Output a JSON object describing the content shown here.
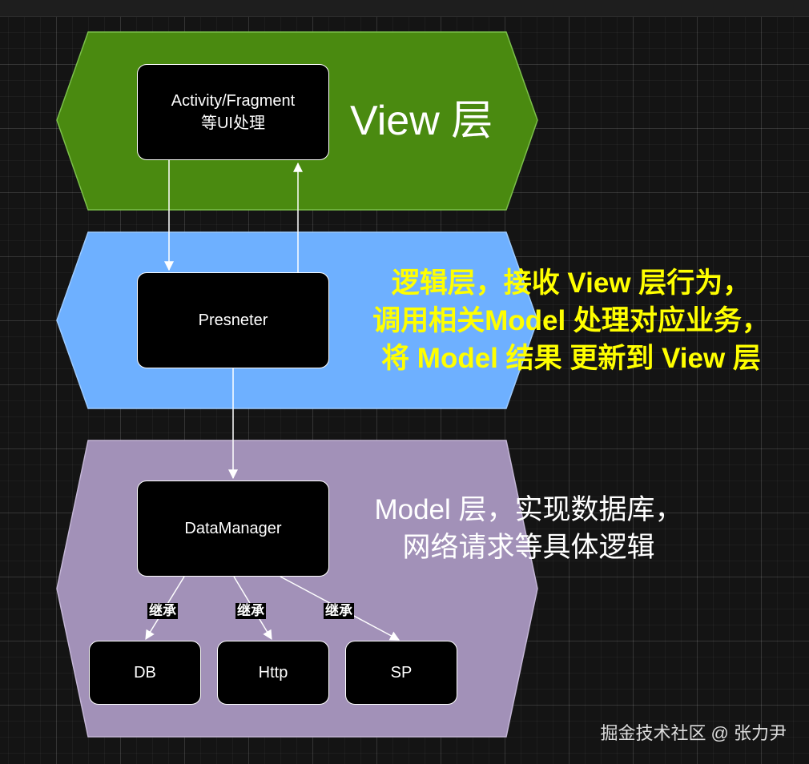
{
  "colors": {
    "view_layer": "#4a8a10",
    "presenter_layer": "#6eb0ff",
    "model_layer": "#a291b8",
    "node_fill": "#000000",
    "highlight_text": "#ffff00",
    "white_text": "#ffffff"
  },
  "view_layer": {
    "title": "View 层",
    "node": {
      "line1": "Activity/Fragment",
      "line2": "等UI处理"
    }
  },
  "presenter_layer": {
    "node": {
      "label": "Presneter"
    },
    "description": [
      "逻辑层，接收 View 层行为，",
      "调用相关Model 处理对应业务，",
      "将 Model 结果 更新到 View 层"
    ]
  },
  "model_layer": {
    "node": {
      "label": "DataManager"
    },
    "description": [
      "Model 层，实现数据库，",
      "网络请求等具体逻辑"
    ],
    "children": [
      {
        "label": "DB",
        "edge_label": "继承"
      },
      {
        "label": "Http",
        "edge_label": "继承"
      },
      {
        "label": "SP",
        "edge_label": "继承"
      }
    ]
  },
  "watermark": "掘金技术社区 @ 张力尹"
}
